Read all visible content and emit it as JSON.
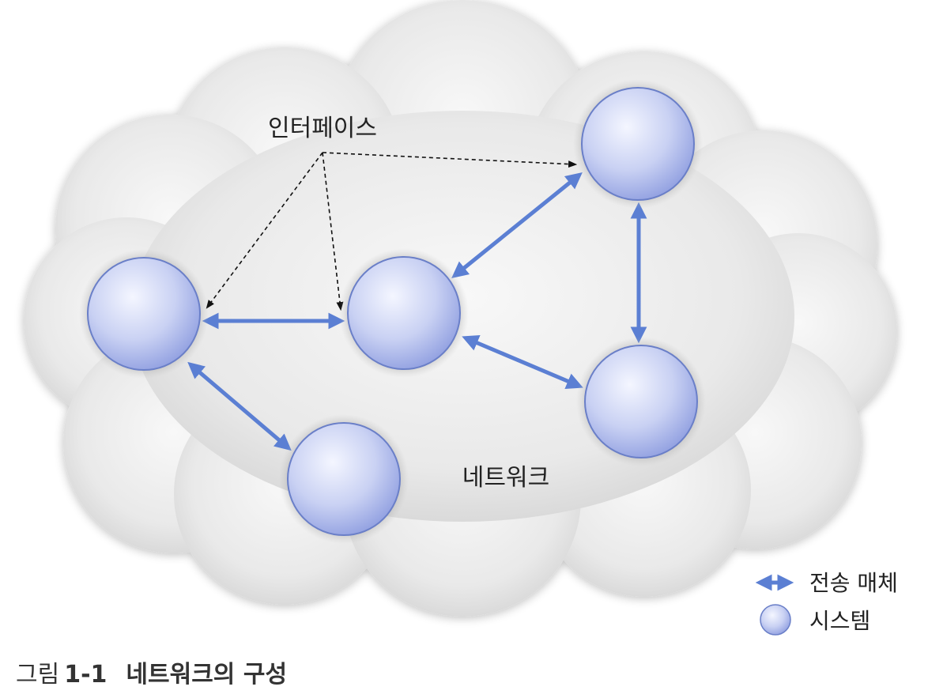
{
  "figure": {
    "caption_prefix": "그림",
    "caption_number": "1-1",
    "caption_title": "네트워크의 구성"
  },
  "labels": {
    "interface": "인터페이스",
    "network": "네트워크"
  },
  "legend": {
    "medium": "전송 매체",
    "system": "시스템"
  },
  "colors": {
    "link": "#5b7fd3",
    "node_fill": "#c9d3f4",
    "node_stroke": "#6a7fc8",
    "cloud": "#e6e6e6"
  }
}
